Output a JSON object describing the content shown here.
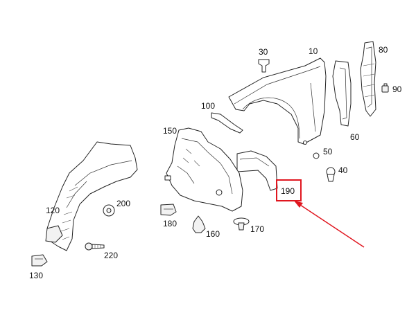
{
  "colors": {
    "line": "#222222",
    "highlight": "#e0161f",
    "text": "#111111"
  },
  "callouts": {
    "p10": "10",
    "p30": "30",
    "p40": "40",
    "p50": "50",
    "p60": "60",
    "p80": "80",
    "p90": "90",
    "p100": "100",
    "p120": "120",
    "p130": "130",
    "p150": "150",
    "p160": "160",
    "p170": "170",
    "p180": "180",
    "p190": "190",
    "p200": "200",
    "p220": "220"
  },
  "highlighted_part": "190"
}
